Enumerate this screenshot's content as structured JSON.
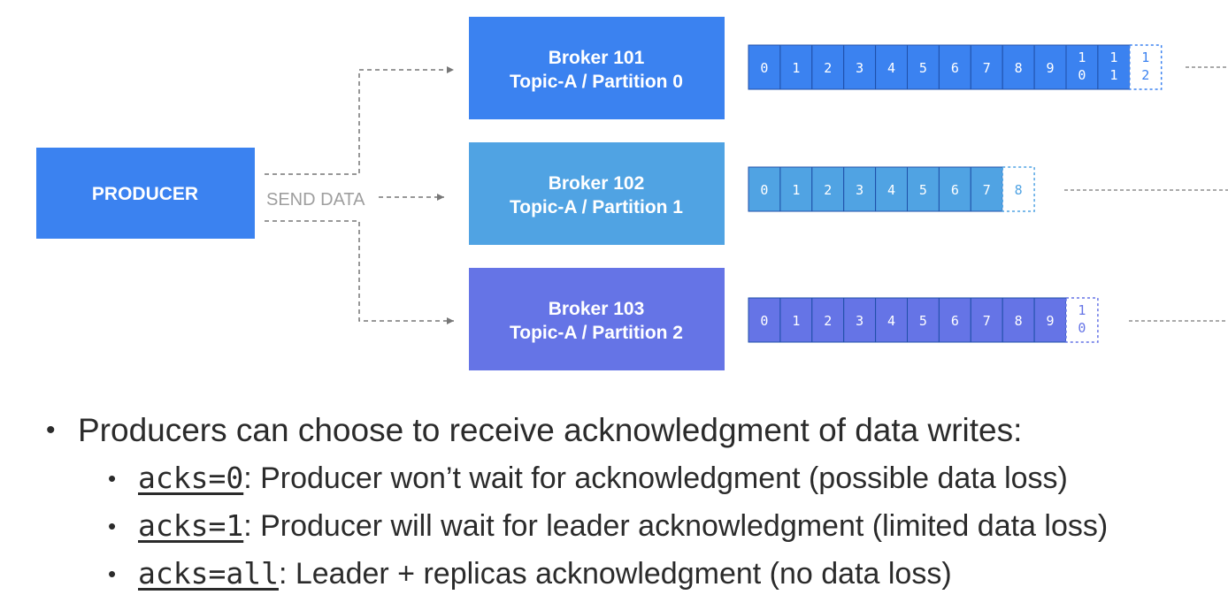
{
  "colors": {
    "producer": "#3b82f0",
    "broker_101": "#3b82f0",
    "broker_102": "#50a3e3",
    "broker_103": "#6574e6",
    "arrow": "#777777",
    "text": "#2b2b2b"
  },
  "producer": {
    "label": "PRODUCER"
  },
  "send_data": {
    "label": "SEND DATA"
  },
  "brokers": [
    {
      "line1": "Broker 101",
      "line2": "Topic-A / Partition 0",
      "offsets": [
        "0",
        "1",
        "2",
        "3",
        "4",
        "5",
        "6",
        "7",
        "8",
        "9",
        "10",
        "11"
      ],
      "pending": "12"
    },
    {
      "line1": "Broker 102",
      "line2": "Topic-A / Partition 1",
      "offsets": [
        "0",
        "1",
        "2",
        "3",
        "4",
        "5",
        "6",
        "7"
      ],
      "pending": "8"
    },
    {
      "line1": "Broker 103",
      "line2": "Topic-A / Partition 2",
      "offsets": [
        "0",
        "1",
        "2",
        "3",
        "4",
        "5",
        "6",
        "7",
        "8",
        "9"
      ],
      "pending": "10"
    }
  ],
  "bullets": {
    "main": "Producers can choose to receive acknowledgment of data writes:",
    "items": [
      {
        "code": "acks=0",
        "text": ": Producer won’t wait for acknowledgment (possible data loss)"
      },
      {
        "code": "acks=1",
        "text": ": Producer will wait for leader acknowledgment (limited data loss)"
      },
      {
        "code": "acks=all",
        "text": ": Leader + replicas acknowledgment (no data loss)"
      }
    ]
  }
}
